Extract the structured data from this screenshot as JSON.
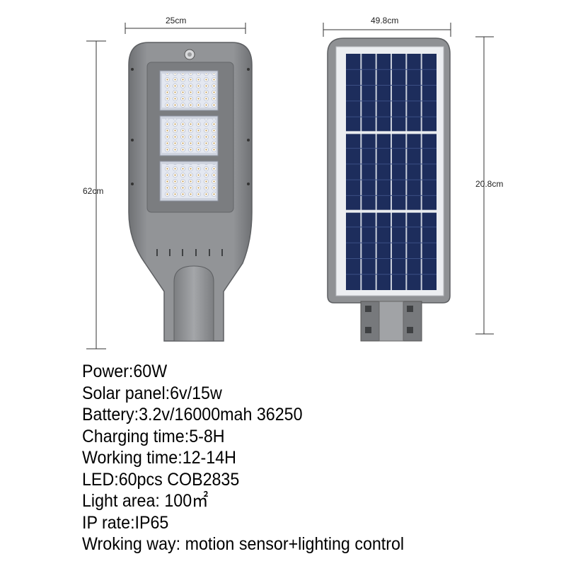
{
  "dimensions": {
    "lamp_width": "25cm",
    "lamp_height": "62cm",
    "panel_width": "49.8cm",
    "panel_height": "20.8cm"
  },
  "specs": [
    "Power:60W",
    "Solar panel:6v/15w",
    "Battery:3.2v/16000mah 36250",
    "Charging time:5-8H",
    "Working time:12-14H",
    "LED:60pcs COB2835",
    "Light area: 100㎡",
    "IP rate:IP65",
    "Wroking way: motion sensor+lighting control"
  ],
  "colors": {
    "housing": "#8a8c8f",
    "housing_dark": "#6f7174",
    "panel_cell": "#1e2f5e",
    "panel_frame": "#e9ecef",
    "led_panel": "#dfe3ee"
  }
}
